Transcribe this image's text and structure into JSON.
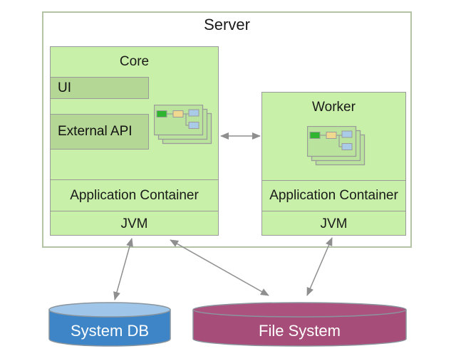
{
  "diagram": {
    "server": {
      "title": "Server"
    },
    "core": {
      "title": "Core",
      "ui_label": "UI",
      "external_api_label": "External API",
      "app_container_label": "Application Container",
      "jvm_label": "JVM"
    },
    "worker": {
      "title": "Worker",
      "app_container_label": "Application Container",
      "jvm_label": "JVM"
    },
    "system_db": {
      "label": "System DB"
    },
    "file_system": {
      "label": "File System"
    },
    "connections": [
      "Core <-> Worker",
      "Core <-> System DB",
      "Core <-> File System",
      "Worker <-> File System"
    ]
  },
  "colors": {
    "server-border": "#b5c3a5",
    "box-fill": "#c8f0a8",
    "box-border": "#9a9a9a",
    "subbox-fill": "#b5d795",
    "panel-fill": "#bae49d",
    "icon-green": "#2fb52f",
    "icon-yellow": "#f0d88e",
    "icon-blue": "#a9cbe8",
    "arrow": "#8f8f8f",
    "db-body": "#3d85c6",
    "db-top": "#9fc5e8",
    "fs-body": "#a64d79",
    "fs-top": "#ab537e",
    "cyl-stroke": "#8a959e"
  }
}
